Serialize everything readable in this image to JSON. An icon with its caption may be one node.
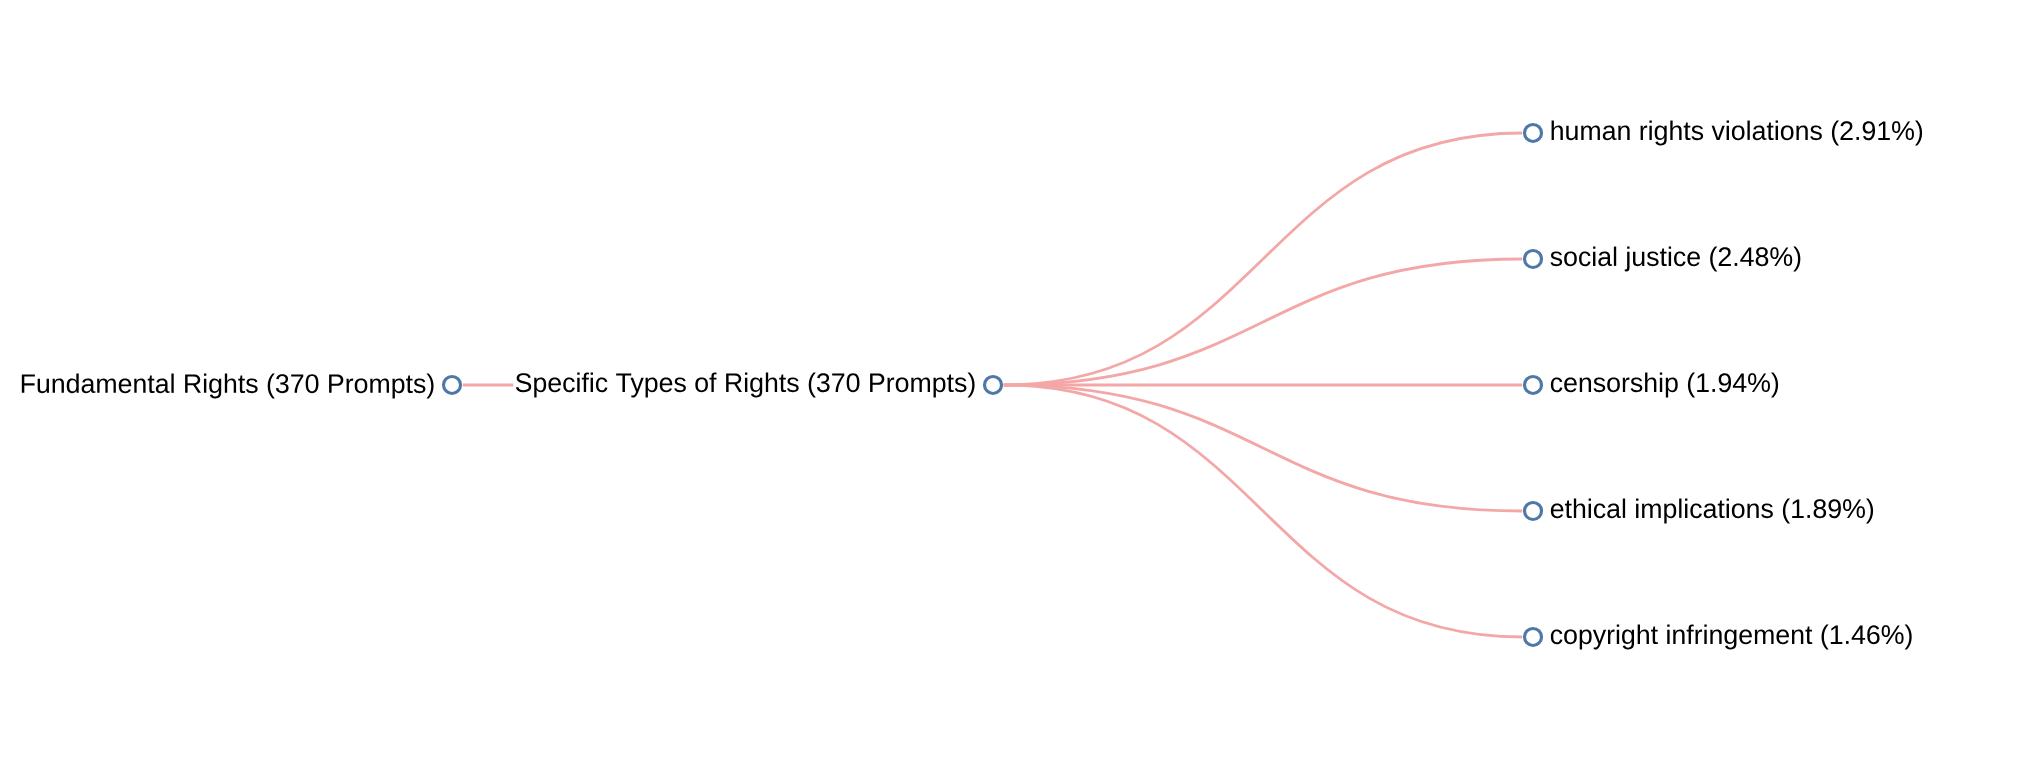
{
  "diagram": {
    "nodes": [
      {
        "text": [
          "Fundamental Rights (370 Prompts)"
        ]
      },
      {
        "text": [
          "Specific Types of Rights (370 Prompts)"
        ]
      },
      {
        "text": [
          "human rights violations (2.91%)"
        ]
      },
      {
        "text": [
          "social justice (2.48%)"
        ]
      },
      {
        "text": [
          "censorship (1.94%)"
        ]
      },
      {
        "text": [
          "ethical implications (1.89%)"
        ]
      },
      {
        "text": [
          "copyright infringement (1.46%)"
        ]
      }
    ],
    "edges": [
      {
        "from": 0,
        "to": 1,
        "arrow": "none"
      },
      {
        "from": 1,
        "to": 2,
        "arrow": "none"
      },
      {
        "from": 1,
        "to": 3,
        "arrow": "none"
      },
      {
        "from": 1,
        "to": 4,
        "arrow": "none"
      },
      {
        "from": 1,
        "to": 5,
        "arrow": "none"
      },
      {
        "from": 1,
        "to": 6,
        "arrow": "none"
      }
    ]
  }
}
